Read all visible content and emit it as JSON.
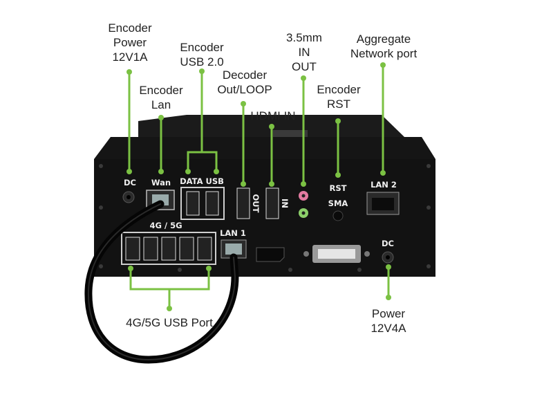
{
  "colors": {
    "accent": "#7bc143",
    "device_body": "#151515",
    "port_frame": "#cfcfcf",
    "text": "#222222"
  },
  "callouts": {
    "encoder_power": [
      "Encoder",
      "Power",
      "12V1A"
    ],
    "encoder_lan": [
      "Encoder",
      "Lan"
    ],
    "encoder_usb": [
      "Encoder",
      "USB 2.0"
    ],
    "decoder_out": [
      "Decoder",
      "Out/LOOP"
    ],
    "hdmi_in": [
      "HDMI IN"
    ],
    "audio": [
      "3.5mm",
      "IN",
      "OUT"
    ],
    "encoder_rst": [
      "Encoder",
      "RST"
    ],
    "aggregate": [
      "Aggregate",
      "Network port"
    ],
    "usb_4g5g": [
      "4G/5G USB Port"
    ],
    "power": [
      "Power",
      "12V4A"
    ]
  },
  "panel_labels": {
    "dc_top": "DC",
    "wan": "Wan",
    "data_usb": "DATA USB",
    "out": "OUT",
    "in": "IN",
    "rst": "RST",
    "sma": "SMA",
    "lan2": "LAN 2",
    "usb_4g5g": "4G / 5G",
    "lan1": "LAN 1",
    "dc_bottom": "DC"
  }
}
